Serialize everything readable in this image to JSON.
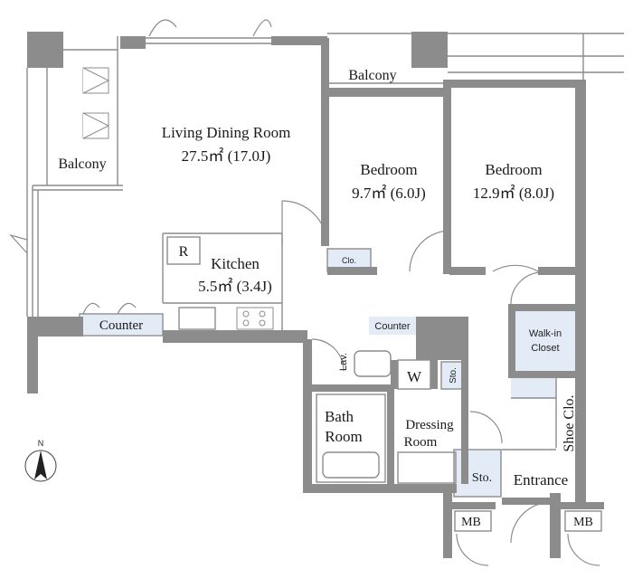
{
  "rooms": {
    "ldr_name": "Living Dining Room",
    "ldr_area": "27.5㎡ (17.0J)",
    "bedroom1_name": "Bedroom",
    "bedroom1_area": "9.7㎡ (6.0J)",
    "bedroom2_name": "Bedroom",
    "bedroom2_area": "12.9㎡ (8.0J)",
    "kitchen_name": "Kitchen",
    "kitchen_area": "5.5㎡ (3.4J)",
    "balcony_top": "Balcony",
    "balcony_left": "Balcony",
    "bath_line1": "Bath",
    "bath_line2": "Room",
    "dressing_line1": "Dressing",
    "dressing_line2": "Room",
    "entrance": "Entrance",
    "walkin_line1": "Walk-in",
    "walkin_line2": "Closet",
    "shoe_clo": "Shoe Clo."
  },
  "fixtures": {
    "counter_main": "Counter",
    "counter_small": "Counter",
    "refrigerator": "R",
    "washer": "W",
    "lav": "Lav.",
    "clo": "Clo.",
    "sto_upper": "Sto.",
    "sto_lower": "Sto.",
    "mb_left": "MB",
    "mb_right": "MB"
  },
  "compass": {
    "north": "N"
  },
  "colors": {
    "wall": "#8c8c8c",
    "storage_fill": "#e3ecf6",
    "text": "#1a1a1a"
  }
}
